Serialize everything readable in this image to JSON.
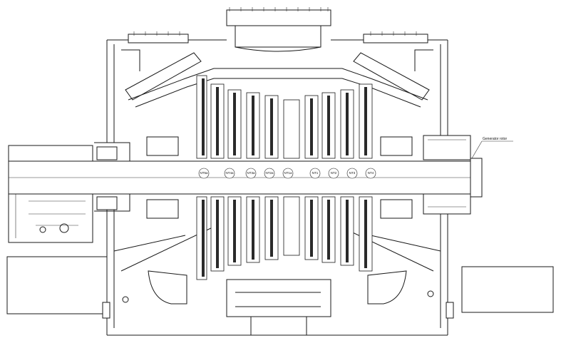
{
  "annotation": {
    "generator_rotor": "Generator rotor"
  },
  "stages": [
    {
      "label": "NT5a"
    },
    {
      "label": "NT4a"
    },
    {
      "label": "NT3a"
    },
    {
      "label": "NT2a"
    },
    {
      "label": "NT1a"
    },
    {
      "label": "NT1"
    },
    {
      "label": "NT2"
    },
    {
      "label": "NT3"
    },
    {
      "label": "NT4"
    }
  ]
}
